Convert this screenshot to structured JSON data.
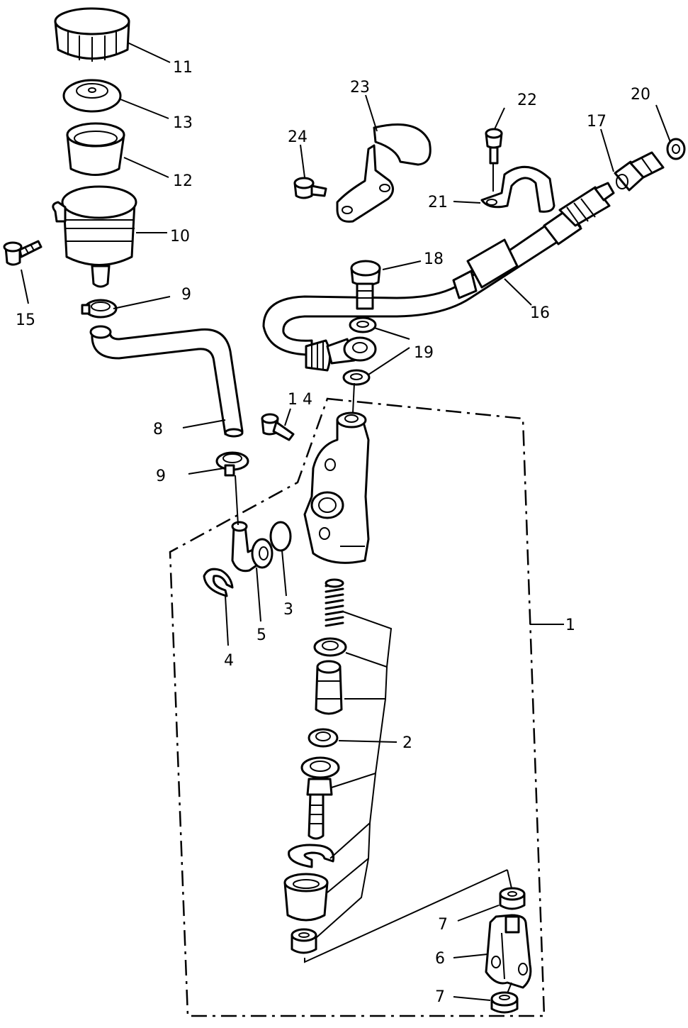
{
  "labels": {
    "p1": "1",
    "p2": "2",
    "p3": "3",
    "p4": "4",
    "p5": "5",
    "p6": "6",
    "p7a": "7",
    "p7b": "7",
    "p8": "8",
    "p9a": "9",
    "p9b": "9",
    "p10": "10",
    "p11": "11",
    "p12": "12",
    "p13": "13",
    "p14": "1 4",
    "p15": "15",
    "p16": "16",
    "p17": "17",
    "p18": "18",
    "p19": "19",
    "p20": "20",
    "p21": "21",
    "p22": "22",
    "p23": "23",
    "p24": "24"
  }
}
